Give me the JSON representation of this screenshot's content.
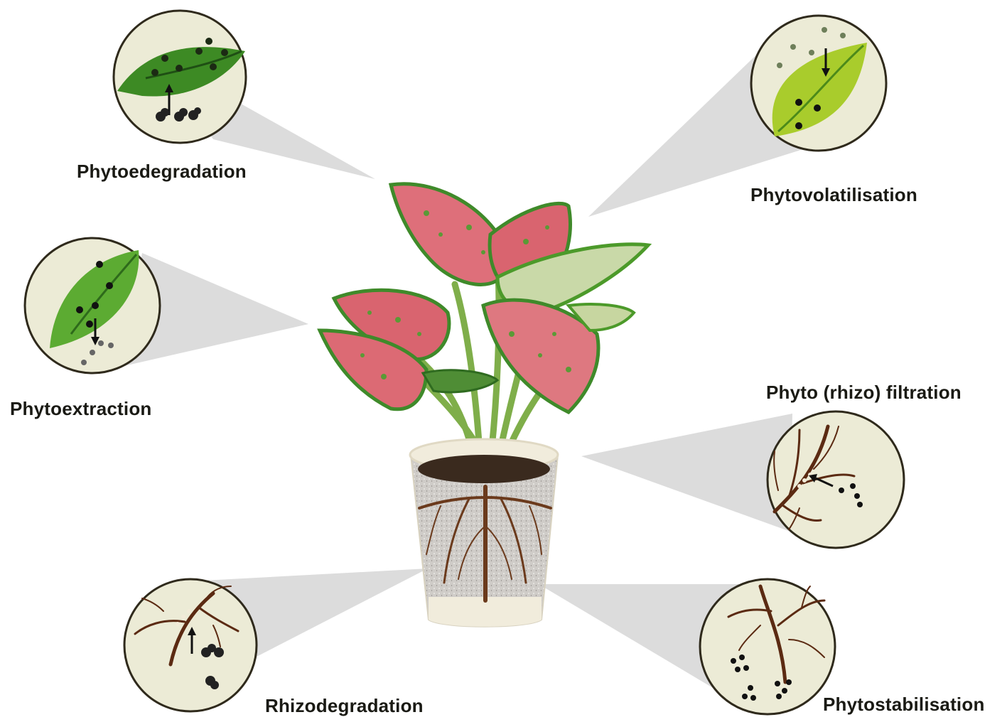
{
  "processes": [
    {
      "id": "phytoedegradation",
      "label": "Phytoedegradation",
      "icon": "leaf-uptake-icon"
    },
    {
      "id": "phytoextraction",
      "label": "Phytoextraction",
      "icon": "leaf-extraction-icon"
    },
    {
      "id": "phytovolatilisation",
      "label": "Phytovolatilisation",
      "icon": "leaf-volatilisation-icon"
    },
    {
      "id": "rhizofiltration",
      "label": "Phyto (rhizo) filtration",
      "icon": "root-filtration-icon"
    },
    {
      "id": "rhizodegradation",
      "label": "Rhizodegradation",
      "icon": "root-degradation-icon"
    },
    {
      "id": "phytostabilisation",
      "label": "Phytostabilisation",
      "icon": "root-stabilisation-icon"
    }
  ],
  "colors": {
    "circle_fill": "#ecebd6",
    "circle_stroke": "#2f2a1c",
    "callout": "#d9d9d9",
    "leaf_dark": "#2e7d1f",
    "leaf_mid": "#5cad2c",
    "leaf_light": "#a8cf2a",
    "root": "#5b2a12",
    "pink": "#e0707a",
    "pot": "#f2eddc"
  }
}
